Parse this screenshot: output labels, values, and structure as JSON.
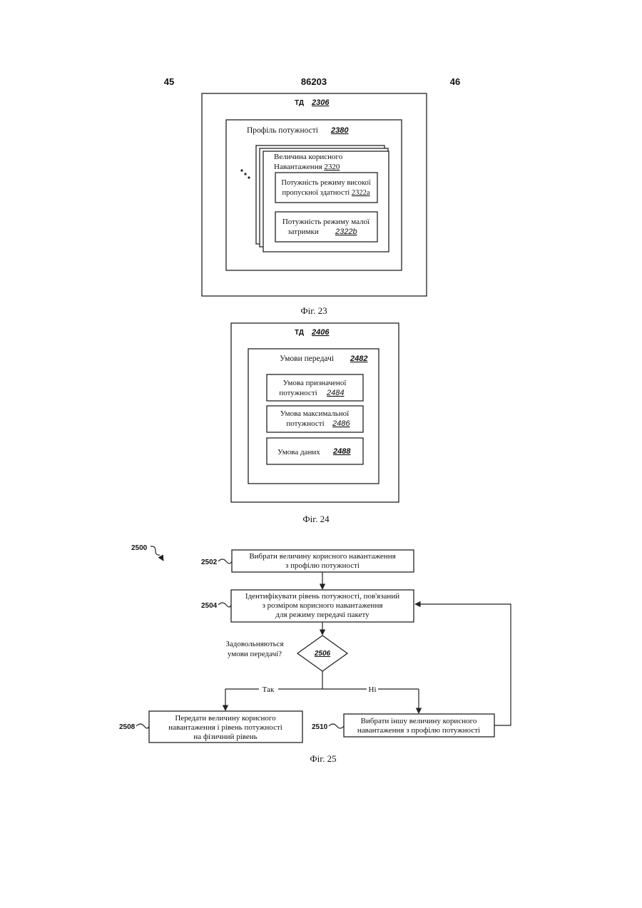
{
  "header": {
    "left_page": "45",
    "doc_number": "86203",
    "right_page": "46"
  },
  "fig23": {
    "td_label": "ТД",
    "td_ref": "2306",
    "profile_label": "Профіль потужності",
    "profile_ref": "2380",
    "payload_line1": "Величина корисного",
    "payload_line2": "Навантаження",
    "payload_ref": "2320",
    "high_line1": "Потужність режиму високої",
    "high_line2": "пропускної здатності",
    "high_ref": "2322a",
    "low_line1": "Потужність режиму малої",
    "low_line2": "затримки",
    "low_ref": "2322b",
    "caption": "Фіг. 23"
  },
  "fig24": {
    "td_label": "ТД",
    "td_ref": "2406",
    "cond_label": "Умови передачі",
    "cond_ref": "2482",
    "assigned_line1": "Умова призначеної",
    "assigned_line2": "потужності",
    "assigned_ref": "2484",
    "max_line1": "Умова максимальної",
    "max_line2": "потужності",
    "max_ref": "2486",
    "data_label": "Умова даних",
    "data_ref": "2488",
    "caption": "Фіг. 24"
  },
  "fig25": {
    "ref": "2500",
    "step2502_ref": "2502",
    "step2502_line1": "Вибрати величину корисного навантаження",
    "step2502_line2": "з профілю потужності",
    "step2504_ref": "2504",
    "step2504_line1": "Ідентифікувати рівень потужності, пов'язаний",
    "step2504_line2": "з розміром корисного навантаження",
    "step2504_line3": "для режиму передачі пакету",
    "question_line1": "Задовольняються",
    "question_line2": "умови передачі?",
    "decision_ref": "2506",
    "yes_label": "Так",
    "no_label": "Ні",
    "step2508_ref": "2508",
    "step2508_line1": "Передати величину корисного",
    "step2508_line2": "навантаження і рівень потужності",
    "step2508_line3": "на фізичний рівень",
    "step2510_ref": "2510",
    "step2510_line1": "Вибрати іншу величину корисного",
    "step2510_line2": "навантаження з профілю потужності",
    "caption": "Фіг. 25"
  }
}
